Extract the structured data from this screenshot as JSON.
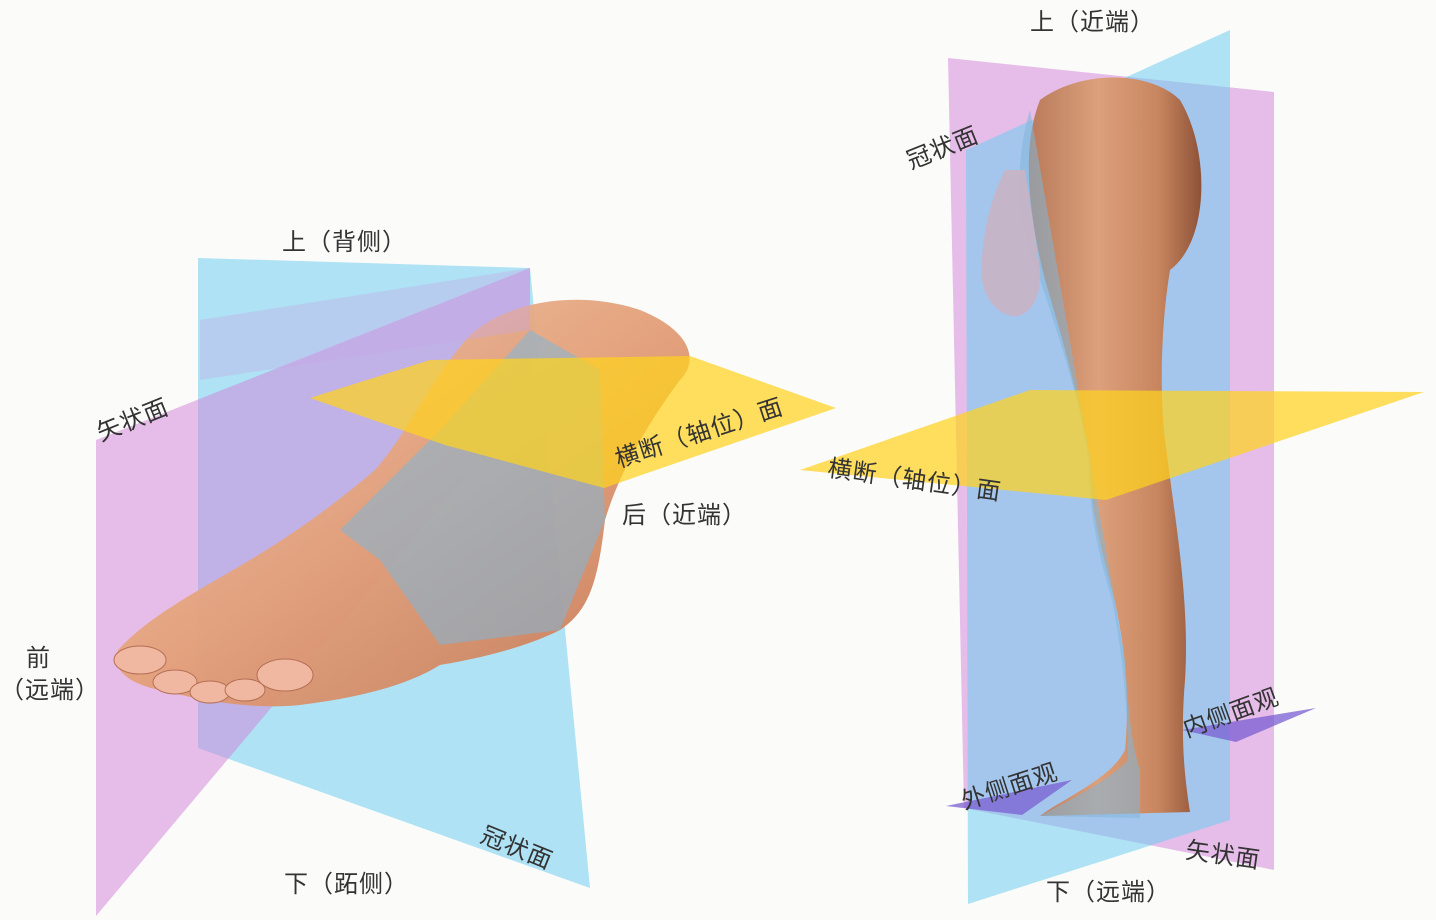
{
  "foot_figure": {
    "superior_label": "上（背侧）",
    "inferior_label": "下（跖侧）",
    "anterior_label": "前",
    "anterior_sub_label": "（远端）",
    "posterior_label": "后（近端）",
    "sagittal_label": "矢状面",
    "coronal_label": "冠状面",
    "transverse_label": "横断（轴位）面"
  },
  "leg_figure": {
    "superior_label": "上（近端）",
    "inferior_label": "下（远端）",
    "coronal_label": "冠状面",
    "sagittal_label": "矢状面",
    "transverse_label": "横断（轴位）面",
    "lateral_view_label": "外侧面观",
    "medial_view_label": "内侧面观"
  },
  "colors": {
    "sagittal_plane": "#d27fd8",
    "coronal_plane": "#6fcdee",
    "transverse_plane": "#ffd21f",
    "skin": "#e0a07c",
    "skin_dark": "#b56b48",
    "overlap_plane": "#7a8ee0"
  }
}
